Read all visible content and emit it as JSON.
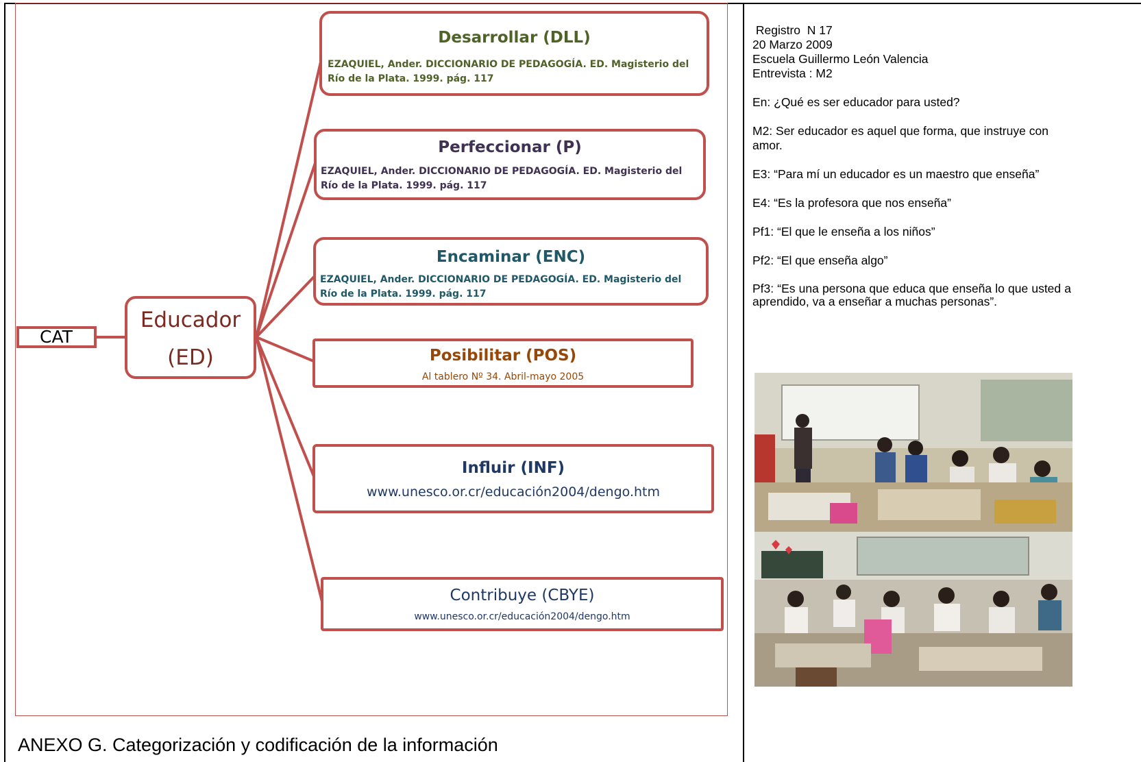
{
  "diagram": {
    "cat_label": "CAT",
    "center": {
      "line1": "Educador",
      "line2": "(ED)"
    },
    "boxes": [
      {
        "title": "Desarrollar  (DLL)",
        "ref": "EZAQUIEL, Ander.  DICCIONARIO DE PEDAGOGÍA. ED. Magisterio del Río de la Plata. 1999. pág. 117",
        "color": "#4f6228"
      },
      {
        "title": "Perfeccionar  (P)",
        "ref": "EZAQUIEL, Ander.  DICCIONARIO DE PEDAGOGÍA. ED. Magisterio del Río de la Plata. 1999. pág. 117",
        "color": "#3f3151"
      },
      {
        "title": "Encaminar (ENC)",
        "ref": "EZAQUIEL, Ander.  DICCIONARIO DE PEDAGOGÍA. ED. Magisterio del Río de la Plata. 1999. pág. 117",
        "color": "#215868"
      },
      {
        "title": "Posibilitar  (POS)",
        "ref": "Al tablero Nº 34. Abril-mayo 2005",
        "color": "#974706"
      },
      {
        "title": "Influir  (INF)",
        "ref": "www.unesco.or.cr/educación2004/dengo.htm",
        "color": "#1f3864"
      },
      {
        "title": "Contribuye  (CBYE)",
        "ref": "www.unesco.or.cr/educación2004/dengo.htm",
        "color": "#1f3864"
      }
    ],
    "line_color": "#c0504d"
  },
  "caption": "ANEXO G.  Categorización y codificación de la información",
  "interview": {
    "header": [
      " Registro  N 17",
      "20 Marzo 2009",
      "Escuela Guillermo León Valencia",
      "Entrevista :  M2"
    ],
    "entries": [
      "En: ¿Qué es ser educador para usted?",
      "M2: Ser educador es aquel que forma, que instruye con amor.",
      "E3: “Para mí un educador es un maestro que enseña”",
      "E4: “Es la profesora que nos enseña”",
      "Pf1: “El que le enseña a los niños”",
      "Pf2: “El que enseña algo”",
      "Pf3: “Es una persona que educa que enseña lo que usted a aprendido, va a enseñar a muchas personas”."
    ]
  }
}
